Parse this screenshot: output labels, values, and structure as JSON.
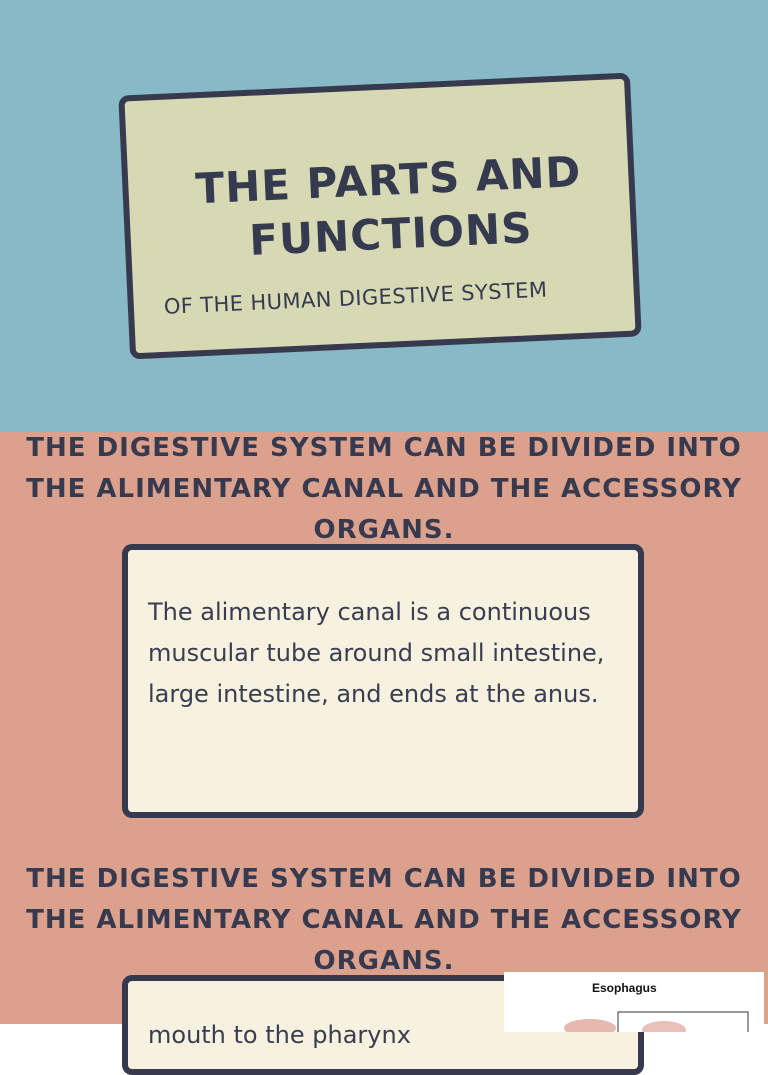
{
  "title_card": {
    "title": "The parts and functions",
    "subtitle": "OF THE HUMAN DIGESTIVE SYSTEM"
  },
  "sections": [
    {
      "heading": "The digestive system can be divided into the alimentary canal and the accessory organs.",
      "body": "The alimentary canal is a continuous muscular tube around small intestine, large intestine, and ends at the anus."
    },
    {
      "heading": "The digestive system can be divided into the alimentary canal and the accessory organs.",
      "body": "mouth to the pharynx"
    }
  ],
  "figure": {
    "label": "Esophagus"
  },
  "colors": {
    "top_background": "#87b9c7",
    "bottom_background": "#dba18d",
    "title_card": "#d6d9b3",
    "text_card": "#f6f2df",
    "ink": "#373a4f"
  }
}
